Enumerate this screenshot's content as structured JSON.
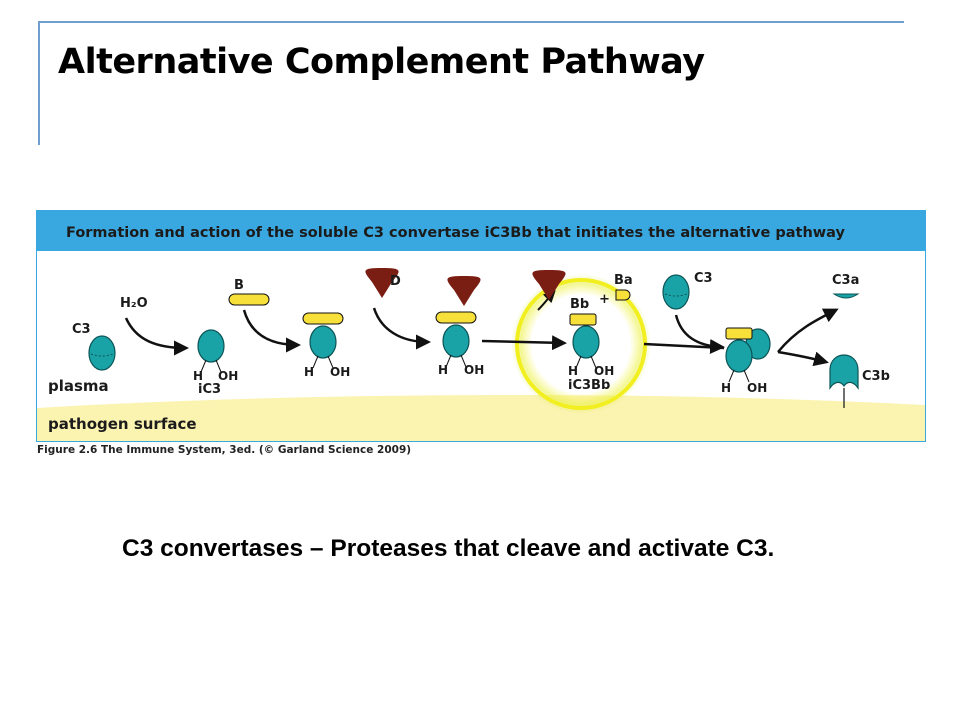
{
  "slide": {
    "title": "Alternative Complement Pathway",
    "body_text": "C3 convertases – Proteases that cleave and activate C3."
  },
  "figure": {
    "banner": "Formation and action of the soluble C3 convertase iC3Bb that initiates the alternative pathway",
    "caption": "Figure 2.6 The Immune System, 3ed. (© Garland Science 2009)",
    "labels": {
      "c3_left": "C3",
      "h2o": "H₂O",
      "plasma": "plasma",
      "pathogen_surface": "pathogen surface",
      "b": "B",
      "d": "D",
      "ba": "Ba",
      "bb": "Bb",
      "plus": "+",
      "c3_right": "C3",
      "c3a": "C3a",
      "c3b": "C3b",
      "ic3": "iC3",
      "ic3bb": "iC3Bb",
      "h": "H",
      "oh": "OH"
    },
    "colors": {
      "banner": "#3aa8e0",
      "plasma_bg": "#ffffff",
      "surface_bg": "#fbf3b0",
      "protein_teal": "#1aa3a6",
      "factor_b_yellow": "#f7e03a",
      "factor_d_brown": "#7a1e14",
      "highlight_ring": "#f2ef20"
    }
  }
}
